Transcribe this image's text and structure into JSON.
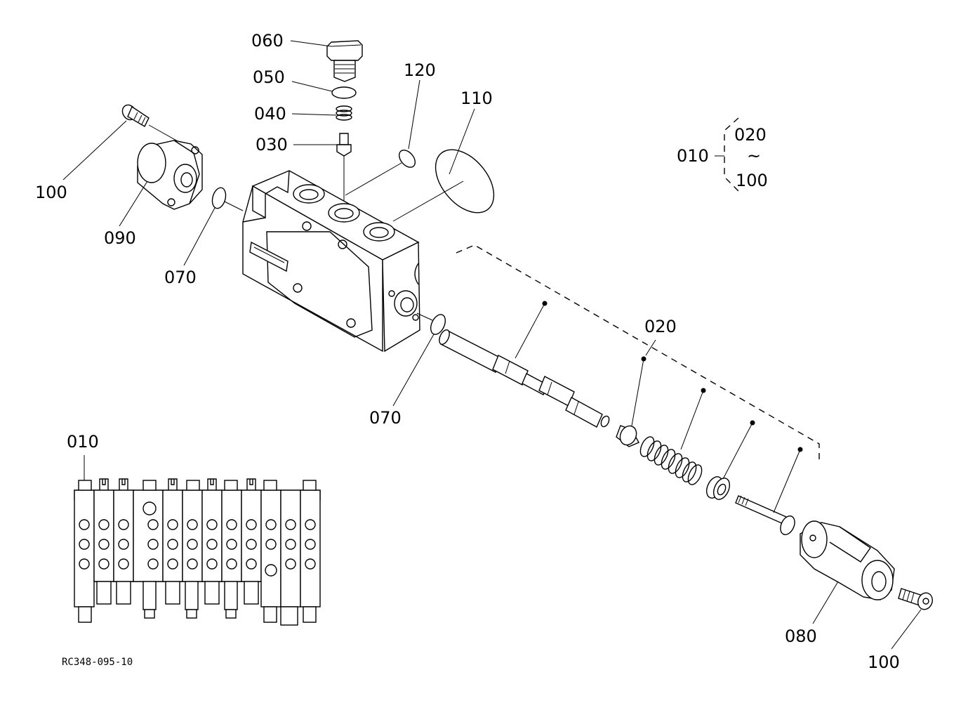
{
  "labels": {
    "p060": "060",
    "p050": "050",
    "p040": "040",
    "p030": "030",
    "p120": "120",
    "p110": "110",
    "p100_left": "100",
    "p090": "090",
    "p070_upper": "070",
    "p070_lower": "070",
    "p020": "020",
    "p080": "080",
    "p100_right": "100",
    "p010_assembly": "010",
    "p010_overview": "010"
  },
  "assembly_note": {
    "from": "020",
    "tilde": "~",
    "to": "100"
  },
  "drawing_code": "RC348-095-10"
}
